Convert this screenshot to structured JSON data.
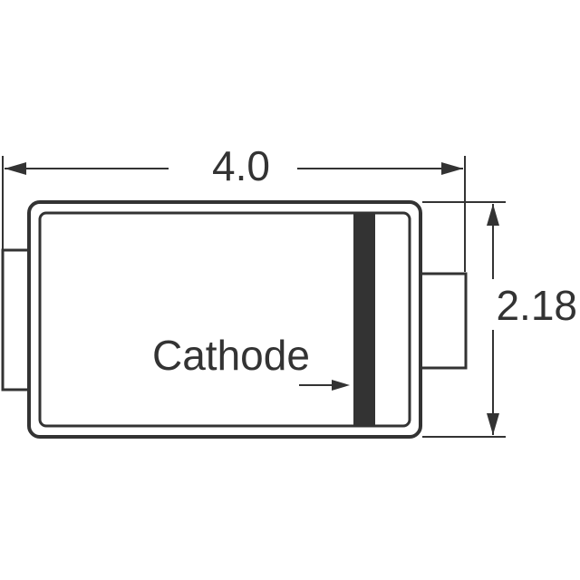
{
  "drawing": {
    "width_dimension": "4.0",
    "height_dimension": "2.18",
    "cathode_label": "Cathode"
  },
  "colors": {
    "line": "#333333",
    "background": "#ffffff"
  }
}
